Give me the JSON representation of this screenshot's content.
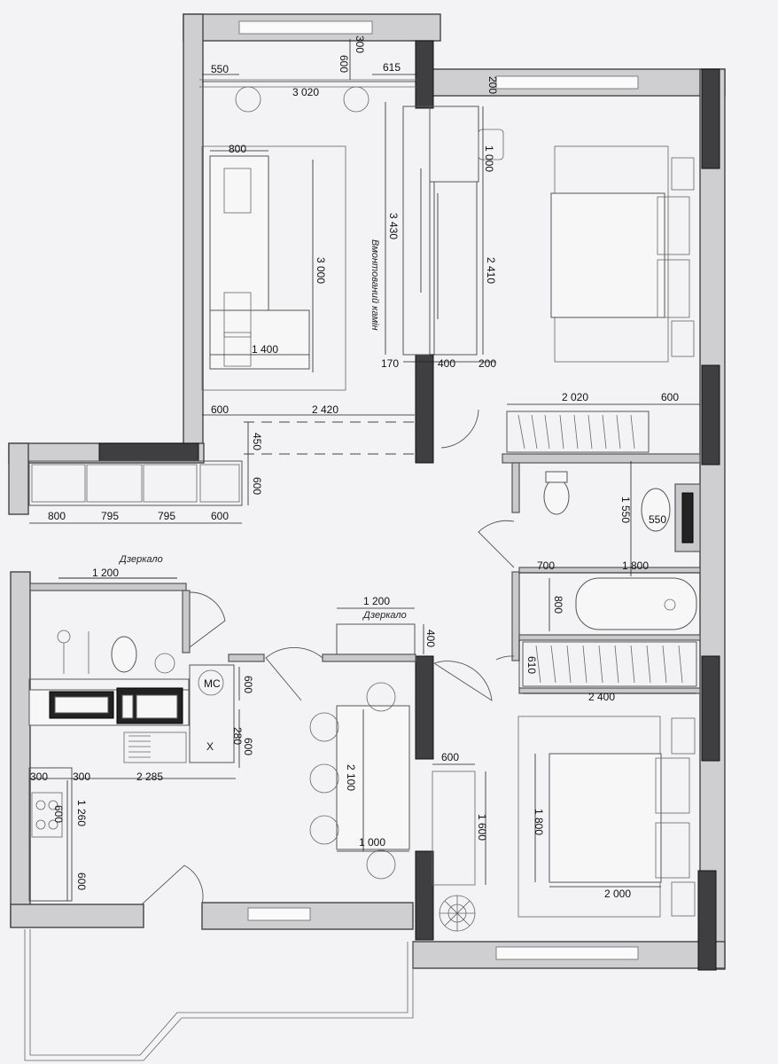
{
  "labels": {
    "fireplace": "Вмонтований камін",
    "mirror_1": "Дзеркало",
    "mirror_2": "Дзеркало",
    "washer": "MC",
    "cross": "X"
  },
  "dimensions": {
    "d300_top": "300",
    "d600_top": "600",
    "d550_top": "550",
    "d615": "615",
    "d3020": "3 020",
    "d200_top": "200",
    "d800_sofa": "800",
    "d1000_desk": "1 000",
    "d3430": "3 430",
    "d3000": "3 000",
    "d2410": "2 410",
    "d1400": "1 400",
    "d170": "170",
    "d400_firebox": "400",
    "d200_firebox": "200",
    "d600_living": "600",
    "d2420": "2 420",
    "d450": "450",
    "d600_bench": "600",
    "d2020": "2 020",
    "d600_wardrobe": "600",
    "d800_b1": "800",
    "d795_b2": "795",
    "d795_b3": "795",
    "d600_b4": "600",
    "d1550": "1 550",
    "d550_sink": "550",
    "d1200_mirror1": "1 200",
    "d700": "700",
    "d1800_bath": "1 800",
    "d800_bath": "800",
    "d1200_mirror2": "1 200",
    "d400_mirror": "400",
    "d610": "610",
    "d2400": "2 400",
    "d600_k1": "600",
    "d600_k2": "600",
    "d280": "280",
    "d300_k1": "300",
    "d300_k2": "300",
    "d2285": "2 285",
    "d600_counter": "600",
    "d1260": "1 260",
    "d600_kleft": "600",
    "d2100": "2 100",
    "d600_shelf": "600",
    "d1000_table": "1 000",
    "d1600": "1 600",
    "d1800_bed": "1 800",
    "d2000_bed": "2 000"
  }
}
